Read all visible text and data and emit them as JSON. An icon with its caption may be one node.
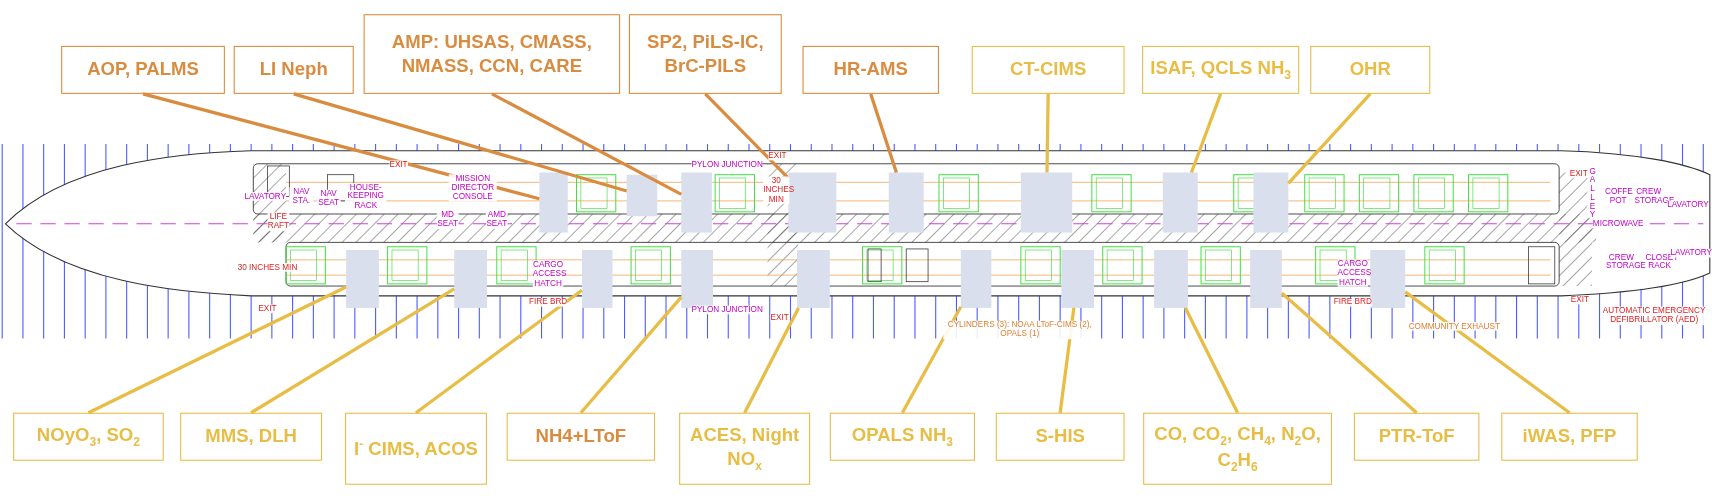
{
  "diagram": {
    "nodes": [
      {
        "text": [
          "AOP, PALMS"
        ]
      },
      {
        "text": [
          "LI Neph"
        ]
      },
      {
        "text": [
          "AMP: UHSAS, CMASS, NMASS, CCN, CARE"
        ]
      },
      {
        "text": [
          "SP2, PiLS-IC, BrC-PILS"
        ]
      },
      {
        "text": [
          "HR-AMS"
        ]
      },
      {
        "text": [
          "CT-CIMS"
        ]
      },
      {
        "text": [
          "ISAF, QCLS NH$_{3}$"
        ]
      },
      {
        "text": [
          "OHR"
        ]
      },
      {
        "text": [
          "NOyO$_{3}$, SO$_{2}$"
        ]
      },
      {
        "text": [
          "MMS, DLH"
        ]
      },
      {
        "text": [
          "I$^{-}$ CIMS, ACOS"
        ]
      },
      {
        "text": [
          "NH4+LToF"
        ]
      },
      {
        "text": [
          "ACES, Night NO$_{x}$"
        ]
      },
      {
        "text": [
          "OPALS NH$_{3}$"
        ]
      },
      {
        "text": [
          "S-HIS"
        ]
      },
      {
        "text": [
          "CO, CO$_{2}$, CH$_{4}$, N$_{2}$O, C$_{2}$H$_{6}$"
        ]
      },
      {
        "text": [
          "PTR-ToF"
        ]
      },
      {
        "text": [
          "iWAS, PFP"
        ]
      },
      {
        "text": [],
        "shape": "box"
      },
      {
        "text": [],
        "shape": "box"
      },
      {
        "text": [],
        "shape": "box"
      },
      {
        "text": [],
        "shape": "box"
      },
      {
        "text": [],
        "shape": "box"
      },
      {
        "text": [],
        "shape": "box"
      },
      {
        "text": [],
        "shape": "box"
      },
      {
        "text": [],
        "shape": "box"
      },
      {
        "text": [],
        "shape": "box"
      },
      {
        "text": [],
        "shape": "box"
      },
      {
        "text": [],
        "shape": "box"
      },
      {
        "text": [],
        "shape": "box"
      },
      {
        "text": [],
        "shape": "box"
      },
      {
        "text": [],
        "shape": "box"
      },
      {
        "text": [],
        "shape": "box"
      },
      {
        "text": [],
        "shape": "box"
      },
      {
        "text": [],
        "shape": "box"
      },
      {
        "text": [],
        "shape": "box"
      }
    ],
    "edges": [
      {
        "from": 0,
        "to": 18,
        "arrow": "none",
        "color": "#d98c3f"
      },
      {
        "from": 1,
        "to": 19,
        "arrow": "none",
        "color": "#d98c3f"
      },
      {
        "from": 2,
        "to": 20,
        "arrow": "none",
        "color": "#d98c3f"
      },
      {
        "from": 3,
        "to": 21,
        "arrow": "none",
        "color": "#d98c3f"
      },
      {
        "from": 4,
        "to": 22,
        "arrow": "none",
        "color": "#d98c3f"
      },
      {
        "from": 5,
        "to": 23,
        "arrow": "none"
      },
      {
        "from": 6,
        "to": 24,
        "arrow": "none"
      },
      {
        "from": 7,
        "to": 25,
        "arrow": "none"
      },
      {
        "from": 8,
        "to": 26,
        "arrow": "none"
      },
      {
        "from": 9,
        "to": 27,
        "arrow": "none"
      },
      {
        "from": 10,
        "to": 28,
        "arrow": "none"
      },
      {
        "from": 11,
        "to": 29,
        "arrow": "none"
      },
      {
        "from": 12,
        "to": 30,
        "arrow": "none"
      },
      {
        "from": 13,
        "to": 31,
        "arrow": "none"
      },
      {
        "from": 14,
        "to": 32,
        "arrow": "none"
      },
      {
        "from": 15,
        "to": 33,
        "arrow": "none"
      },
      {
        "from": 16,
        "to": 34,
        "arrow": "none"
      },
      {
        "from": 17,
        "to": 35,
        "arrow": "none"
      }
    ],
    "labels": [
      "EXIT",
      "PYLON JUNCTION",
      "EXIT",
      "EXIT",
      "LAVATORY",
      "NAV STA.",
      "NAV SEAT",
      "HOUSE-KEEPING RACK",
      "MISSION DIRECTOR CONSOLE",
      "30 INCHES MIN",
      "GALLEY",
      "COFFE POT",
      "CREW STORAGE",
      "LAVATORY",
      "LIFE RAFT",
      "MD SEAT",
      "AMD SEAT",
      "MICROWAVE",
      "30 INCHES MIN",
      "CARGO ACCESS HATCH",
      "CARGO ACCESS HATCH",
      "CREW STORAGE",
      "CLOSET RACK",
      "LAVATORY",
      "EXIT",
      "FIRE BRD",
      "PYLON JUNCTION",
      "EXIT",
      "FIRE BRD",
      "EXIT",
      "AUTOMATIC EMERGENCY DEFIBRILLATOR (AED)",
      "CYLINDERS (3): NOAA LToF-CIMS (2), OPALS (1)",
      "COMMUNITY EXHAUST"
    ]
  }
}
